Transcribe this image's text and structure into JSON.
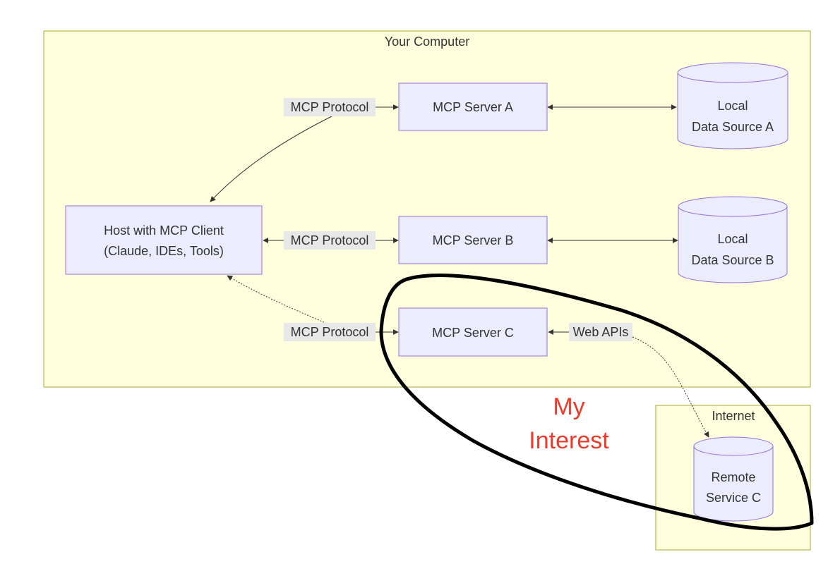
{
  "clusters": {
    "computer": "Your Computer",
    "internet": "Internet"
  },
  "nodes": {
    "host": [
      "Host with MCP Client",
      "(Claude, IDEs, Tools)"
    ],
    "server_a": "MCP Server A",
    "server_b": "MCP Server B",
    "server_c": "MCP Server C",
    "local_a": [
      "Local",
      "Data Source A"
    ],
    "local_b": [
      "Local",
      "Data Source B"
    ],
    "remote_c": [
      "Remote",
      "Service C"
    ]
  },
  "edge_labels": {
    "a": "MCP Protocol",
    "b": "MCP Protocol",
    "c": "MCP Protocol",
    "web": "Web APIs"
  },
  "annotation": [
    "My",
    "Interest"
  ],
  "colors": {
    "cluster_fill": "#ffffde",
    "cluster_stroke": "#aaaa33",
    "node_fill": "#ececff",
    "node_stroke": "#9370db",
    "annotation": "#ea3b2c"
  }
}
